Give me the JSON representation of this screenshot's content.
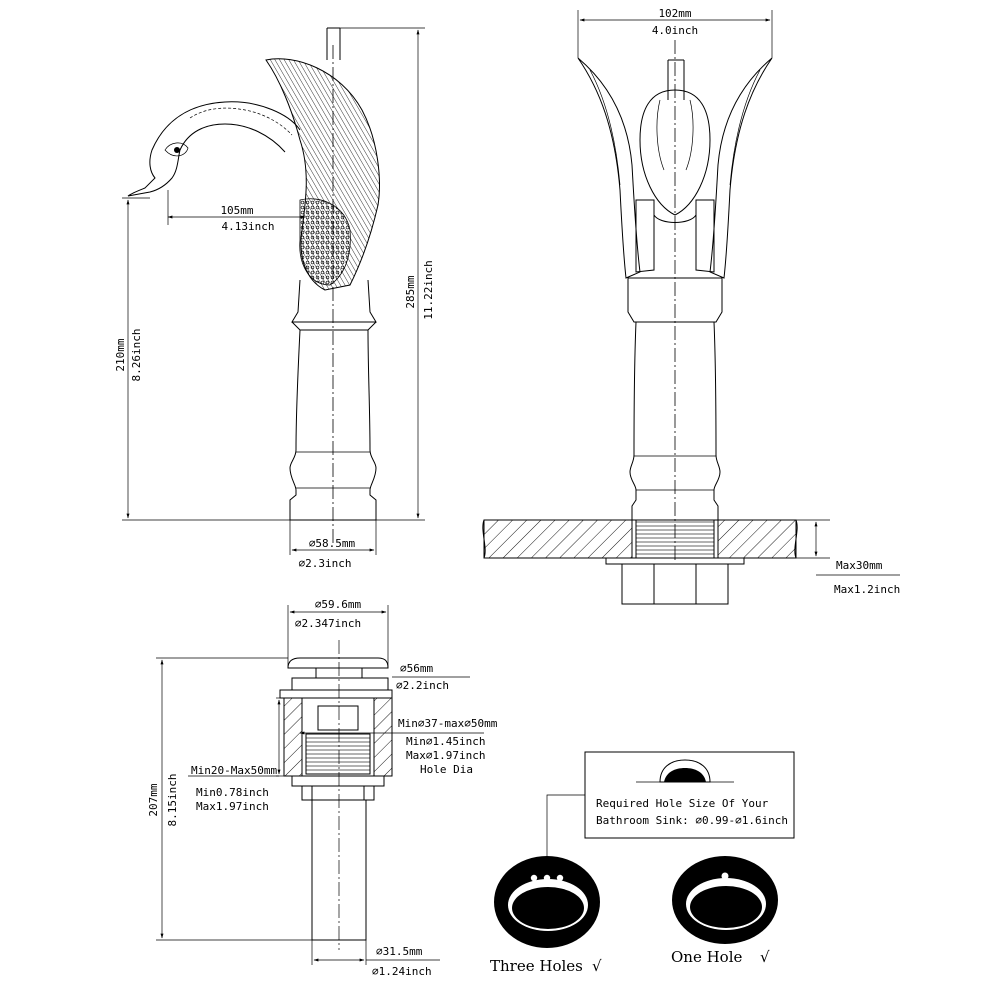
{
  "faucet_side": {
    "spout_reach": {
      "mm": "105mm",
      "inch": "4.13inch"
    },
    "spout_height": {
      "mm": "210mm",
      "inch": "8.26inch"
    },
    "total_height": {
      "mm": "285mm",
      "inch": "11.22inch"
    },
    "base_diameter": {
      "mm": "⌀58.5mm",
      "inch": "⌀2.3inch"
    }
  },
  "faucet_front": {
    "width": {
      "mm": "102mm",
      "inch": "4.0inch"
    },
    "deck_thickness": {
      "mm": "Max30mm",
      "inch": "Max1.2inch"
    }
  },
  "drain": {
    "cap_diameter": {
      "mm": "⌀59.6mm",
      "inch": "⌀2.347inch"
    },
    "body_diameter": {
      "mm": "⌀56mm",
      "inch": "⌀2.2inch"
    },
    "hole_dia": {
      "mm": "Min⌀37-max⌀50mm",
      "min_inch": "Min⌀1.45inch",
      "max_inch": "Max⌀1.97inch",
      "label": "Hole Dia"
    },
    "sink_thickness": {
      "mm": "Min20-Max50mm",
      "min_inch": "Min0.78inch",
      "max_inch": "Max1.97inch"
    },
    "total_length": {
      "mm": "207mm",
      "inch": "8.15inch"
    },
    "pipe_diameter": {
      "mm": "⌀31.5mm",
      "inch": "⌀1.24inch"
    }
  },
  "sink_note": {
    "line1": "Required Hole Size Of Your",
    "line2": "Bathroom Sink: ⌀0.99-⌀1.6inch"
  },
  "sink_options": [
    {
      "label": "Three Holes",
      "mark": "√"
    },
    {
      "label": "One Hole",
      "mark": "√"
    }
  ]
}
